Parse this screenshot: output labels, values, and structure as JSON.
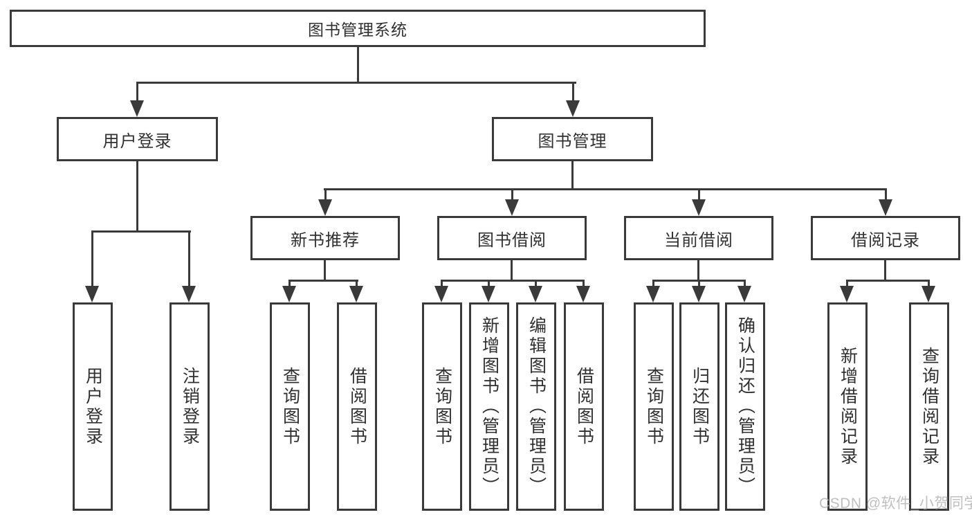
{
  "colors": {
    "line": "#3a3a3a",
    "text": "#303030",
    "background": "#ffffff",
    "watermark": "#b4b4b4"
  },
  "tree": {
    "label": "图书管理系统",
    "children": [
      {
        "label": "用户登录",
        "children": [
          {
            "label": "用户登录"
          },
          {
            "label": "注销登录"
          }
        ]
      },
      {
        "label": "图书管理",
        "children": [
          {
            "label": "新书推荐",
            "children": [
              {
                "label": "查询图书"
              },
              {
                "label": "借阅图书"
              }
            ]
          },
          {
            "label": "图书借阅",
            "children": [
              {
                "label": "查询图书"
              },
              {
                "label": "新增图书（管理员）"
              },
              {
                "label": "编辑图书（管理员）"
              },
              {
                "label": "借阅图书"
              }
            ]
          },
          {
            "label": "当前借阅",
            "children": [
              {
                "label": "查询图书"
              },
              {
                "label": "归还图书"
              },
              {
                "label": "确认归还（管理员）"
              }
            ]
          },
          {
            "label": "借阅记录",
            "children": [
              {
                "label": "新增借阅记录"
              },
              {
                "label": "查询借阅记录"
              }
            ]
          }
        ]
      }
    ]
  },
  "watermark": {
    "text": "CSDN @软件_小贺同学"
  }
}
